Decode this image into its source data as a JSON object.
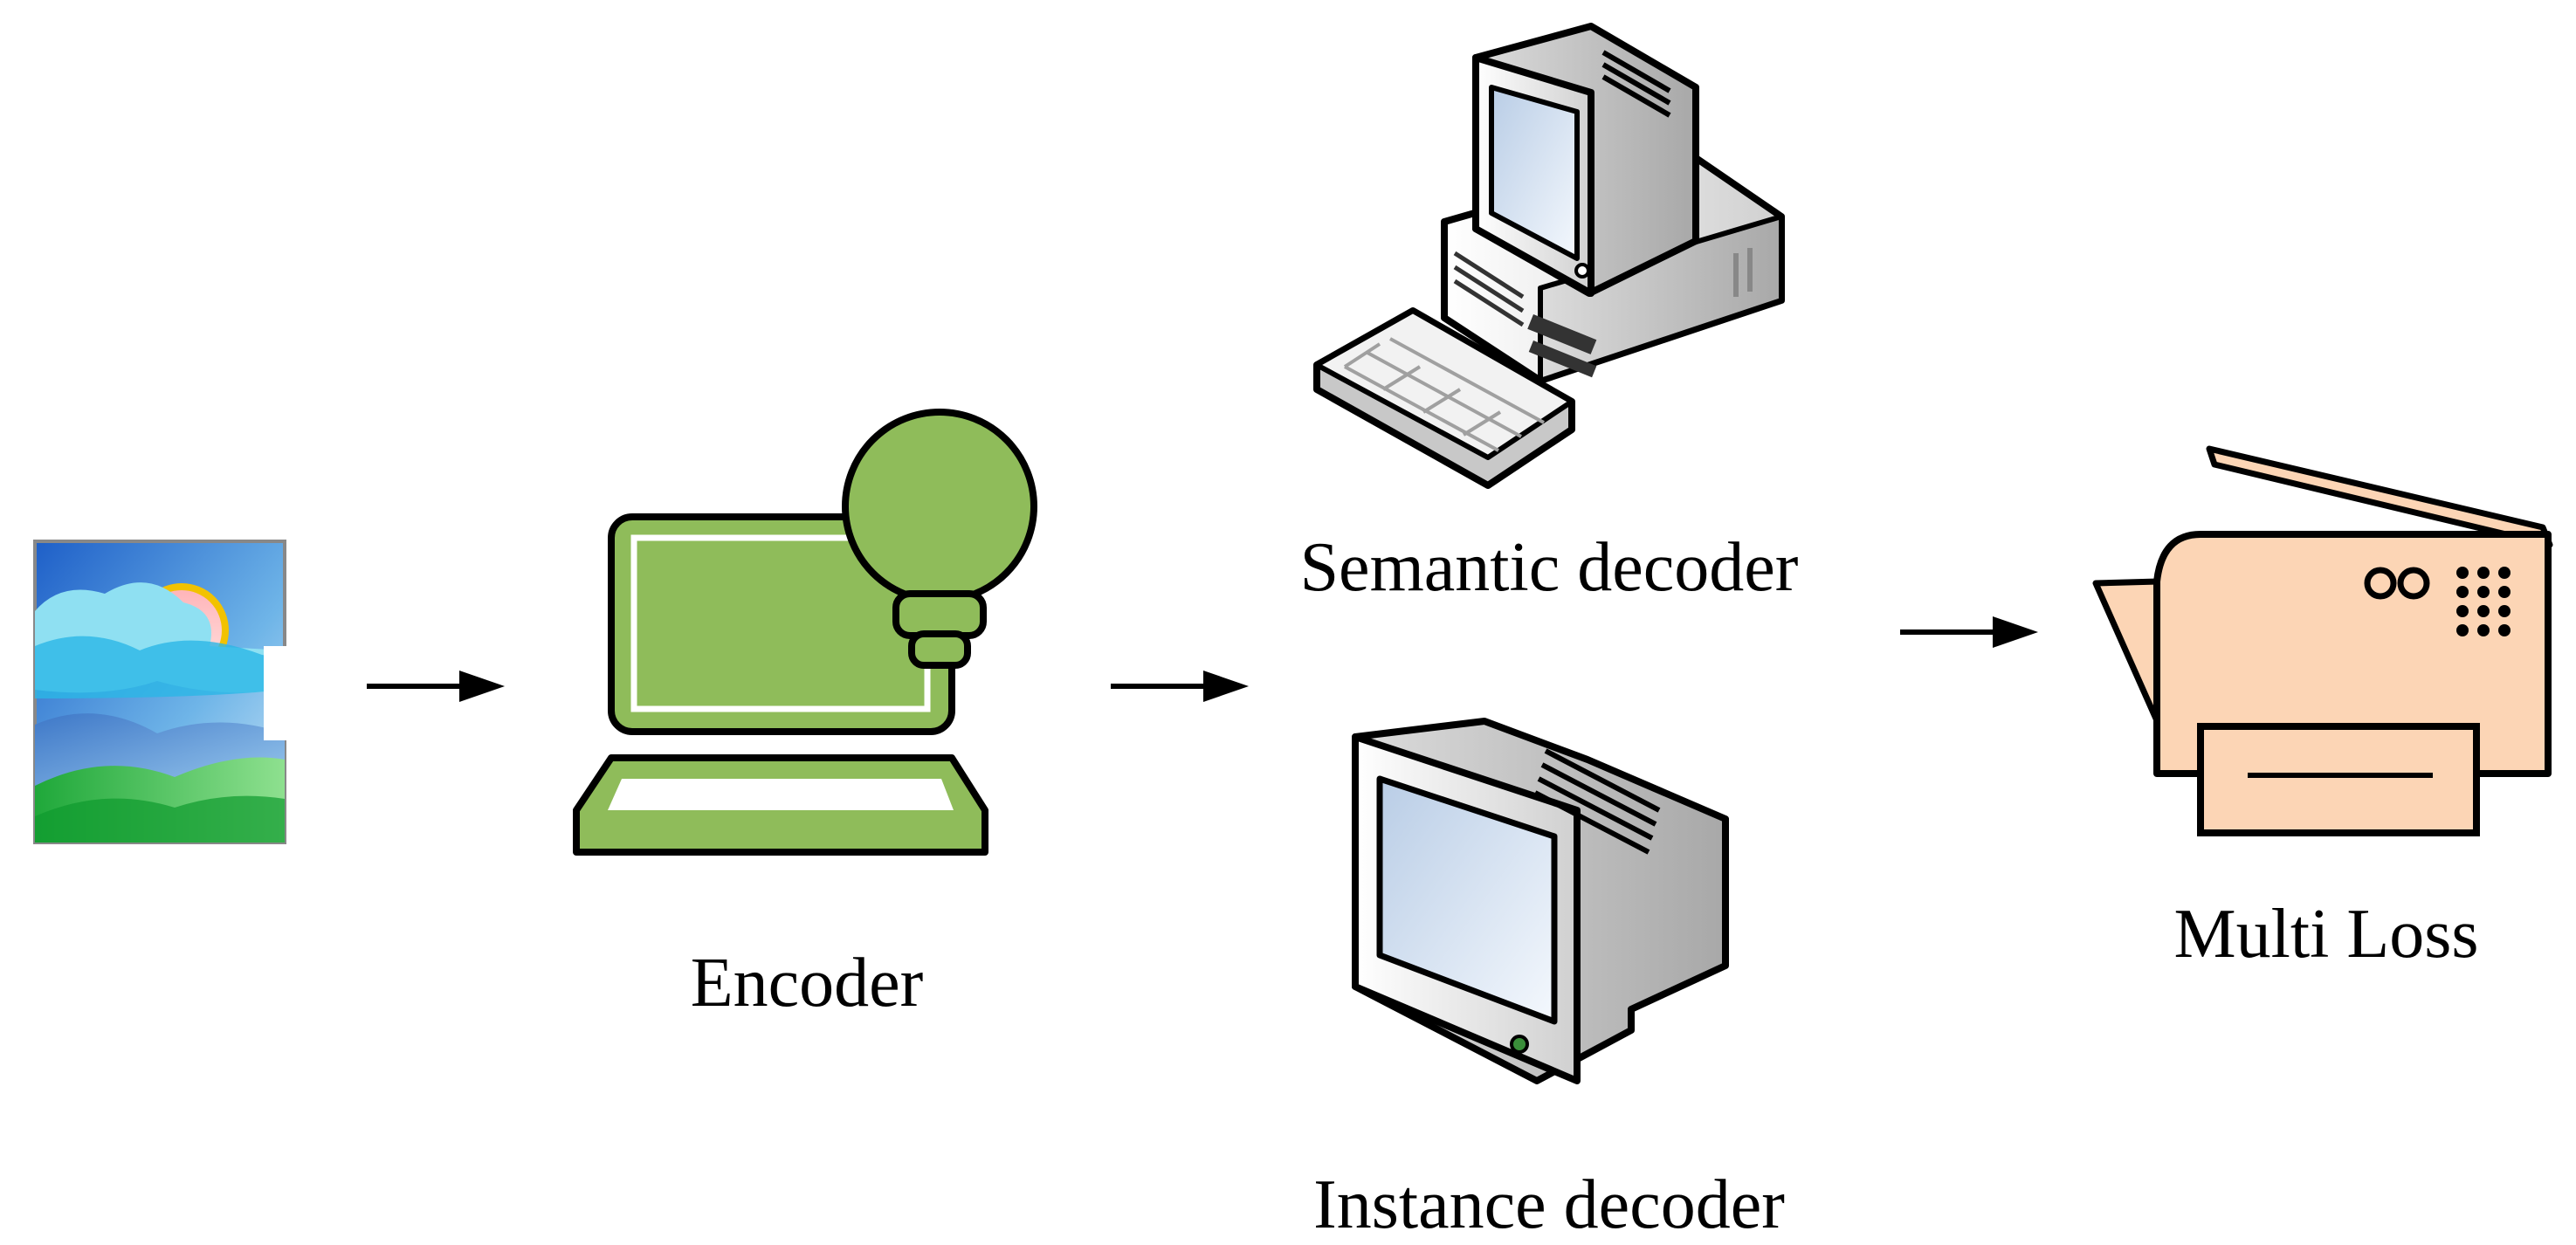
{
  "diagram": {
    "nodes": [
      {
        "id": "input-image",
        "label": "",
        "icon": "landscape-image-icon"
      },
      {
        "id": "encoder",
        "label": "Encoder",
        "icon": "laptop-lightbulb-icon"
      },
      {
        "id": "semantic-decoder",
        "label": "Semantic decoder",
        "icon": "desktop-computer-icon"
      },
      {
        "id": "instance-decoder",
        "label": "Instance decoder",
        "icon": "crt-monitor-icon"
      },
      {
        "id": "multi-loss",
        "label": "Multi Loss",
        "icon": "fax-machine-icon"
      }
    ],
    "edges": [
      {
        "from": "input-image",
        "to": "encoder"
      },
      {
        "from": "encoder",
        "to": "semantic-decoder"
      },
      {
        "from": "encoder",
        "to": "instance-decoder"
      },
      {
        "from": "semantic-decoder",
        "to": "multi-loss"
      },
      {
        "from": "instance-decoder",
        "to": "multi-loss"
      }
    ],
    "colors": {
      "encoder_fill": "#8FBC5A",
      "loss_fill": "#FCD5B5",
      "arrow": "#000000"
    }
  }
}
